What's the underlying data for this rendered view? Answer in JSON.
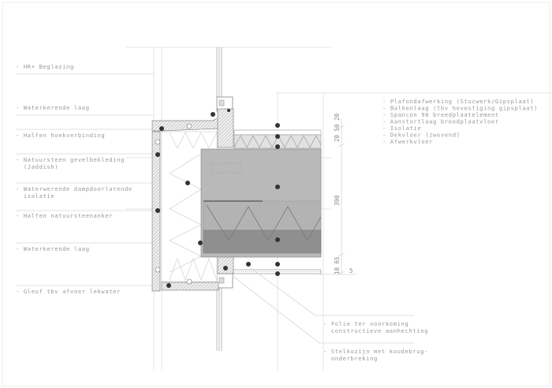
{
  "drawing": {
    "left_labels": [
      {
        "line1": "- HR+ Beglazing",
        "line2": ""
      },
      {
        "line1": "- Waterkerende laag",
        "line2": ""
      },
      {
        "line1": "- Halfen hoekverbinding",
        "line2": ""
      },
      {
        "line1": "- Natuursteen gevelbekleding",
        "line2": "  (Jaddish)"
      },
      {
        "line1": "- Waterwerende dampdoorlatende",
        "line2": "  isolatie"
      },
      {
        "line1": "- Halfen natuursteenanker",
        "line2": ""
      },
      {
        "line1": "- Waterkerende laag",
        "line2": ""
      },
      {
        "line1": "- Gleuf tbv afvoer lekwater",
        "line2": ""
      }
    ],
    "right_labels": [
      "- Plafondafwerking (Stucwerk/Gipsplaat)",
      "- Balkenlaag (tbv bevestiging gipsplaat)",
      "- Spancon 90 breedplaatelement",
      "- Aanstortlaag breedplaatvloer",
      "- Isolatie",
      "- Dekvloer (zwevend)",
      "- Afwerkvloer"
    ],
    "bottom_labels": [
      {
        "line1": "- Folie ter voorkoming",
        "line2": "  constructieve aanhechting"
      },
      {
        "line1": "- Stelkozijn met koudebrug-",
        "line2": "  onderbreking"
      }
    ],
    "dimensions": {
      "top": "20 50 20",
      "main": "390",
      "bottom": "10 65",
      "offset": "5"
    }
  }
}
